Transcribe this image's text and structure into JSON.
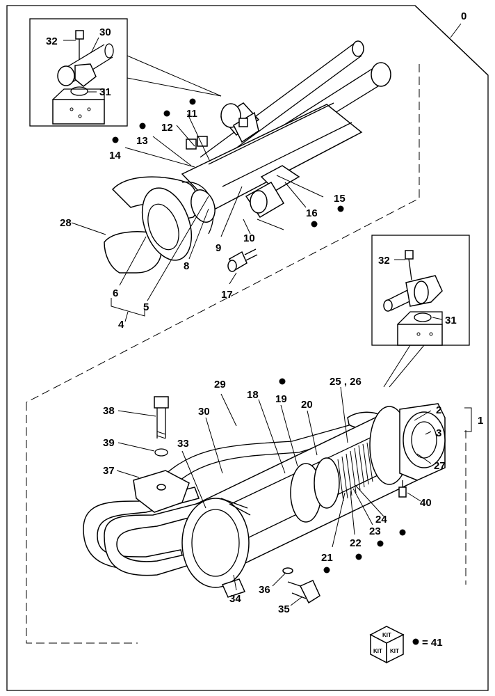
{
  "labels": {
    "l0": "0",
    "l1": "1",
    "l2": "2",
    "l3": "3",
    "l4": "4",
    "l5": "5",
    "l6": "6",
    "l8": "8",
    "l9": "9",
    "l10": "10",
    "l11": "11",
    "l12": "12",
    "l13": "13",
    "l14": "14",
    "l15": "15",
    "l16": "16",
    "l17": "17",
    "l18": "18",
    "l19": "19",
    "l20": "20",
    "l21": "21",
    "l22": "22",
    "l23": "23",
    "l24": "24",
    "l25_26": "25 , 26",
    "l27": "27",
    "l28": "28",
    "l29": "29",
    "l30a": "30",
    "l30b": "30",
    "l31a": "31",
    "l31b": "31",
    "l32a": "32",
    "l32b": "32",
    "l33": "33",
    "l34": "34",
    "l35": "35",
    "l36": "36",
    "l37": "37",
    "l38": "38",
    "l39": "39",
    "l40": "40"
  },
  "legend": {
    "kit_text": "KIT",
    "equals_41": "= 41"
  }
}
